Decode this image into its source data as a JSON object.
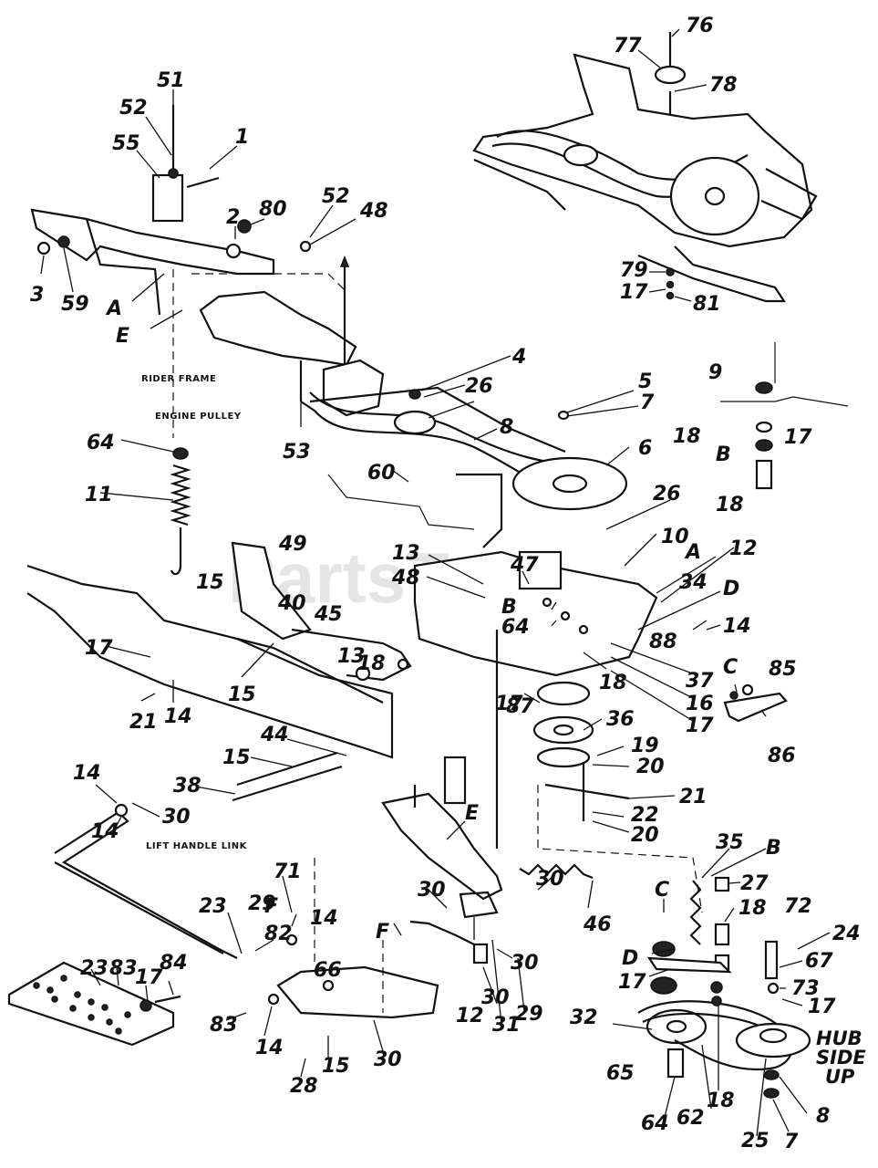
{
  "watermark": "PartsTree",
  "labels": {
    "rider_frame": "RIDER FRAME",
    "engine_pulley": "ENGINE PULLEY",
    "lift_handle_link": "LIFT HANDLE LINK",
    "hub": "HUB",
    "side": "SIDE",
    "up": "UP"
  },
  "callouts": [
    "76",
    "77",
    "78",
    "79",
    "17",
    "81",
    "51",
    "52",
    "55",
    "1",
    "2",
    "80",
    "52",
    "48",
    "3",
    "59",
    "A",
    "E",
    "4",
    "26",
    "5",
    "7",
    "8",
    "6",
    "9",
    "18",
    "17",
    "B",
    "18",
    "64",
    "53",
    "60",
    "26",
    "10",
    "11",
    "49",
    "A",
    "12",
    "13",
    "48",
    "47",
    "B",
    "64",
    "34",
    "88",
    "D",
    "14",
    "15",
    "40",
    "45",
    "17",
    "13",
    "18",
    "17",
    "37",
    "16",
    "17",
    "18",
    "C",
    "85",
    "86",
    "87",
    "36",
    "19",
    "20",
    "21",
    "22",
    "20",
    "21",
    "14",
    "15",
    "44",
    "15",
    "38",
    "14",
    "30",
    "14",
    "E",
    "35",
    "B",
    "27",
    "71",
    "29",
    "30",
    "30",
    "46",
    "C",
    "18",
    "72",
    "24",
    "23",
    "82",
    "F",
    "F",
    "30",
    "D",
    "17",
    "67",
    "73",
    "17",
    "23",
    "83",
    "17",
    "84",
    "83",
    "14",
    "30",
    "32",
    "66",
    "14",
    "15",
    "30",
    "12",
    "31",
    "29",
    "28",
    "65",
    "62",
    "18",
    "64",
    "25",
    "8",
    "7"
  ]
}
